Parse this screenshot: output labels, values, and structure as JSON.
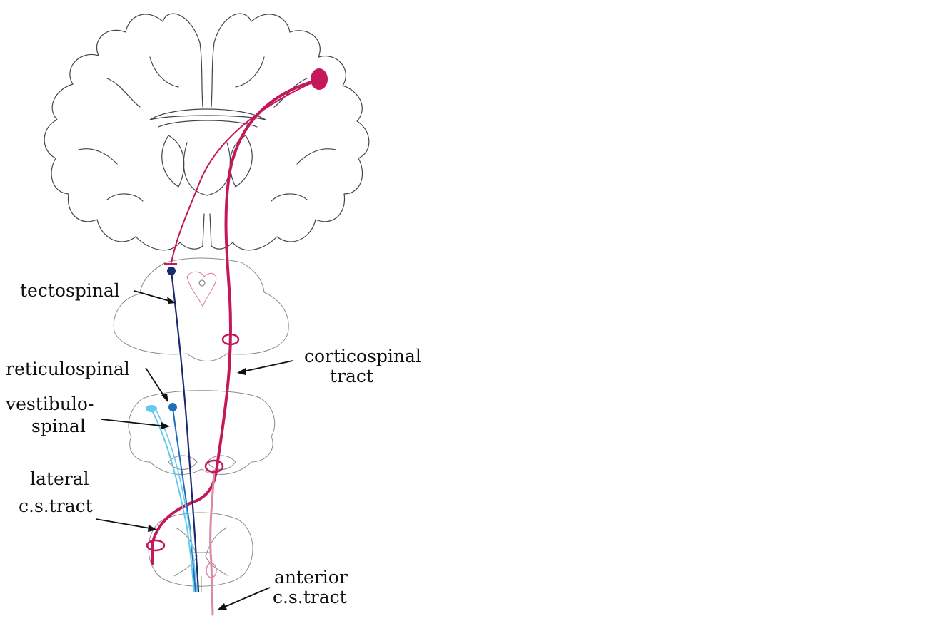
{
  "labels": {
    "tectospinal": "tectospinal",
    "reticulospinal": "reticulospinal",
    "vestibulo_line1": "vestibulo-",
    "vestibulo_line2": "spinal",
    "corticospinal_line1": "corticospinal",
    "corticospinal_line2": "tract",
    "lateral_line1": "lateral",
    "lateral_line2": "c.s.tract",
    "anterior_line1": "anterior",
    "anterior_line2": "c.s.tract"
  },
  "colors": {
    "corticospinal": "#c4185a",
    "corticospinal_light": "#d98aa6",
    "tectospinal": "#1a2a6e",
    "reticulospinal": "#1f6fb8",
    "vestibulospinal": "#66c8ec",
    "outline": "#444444"
  }
}
